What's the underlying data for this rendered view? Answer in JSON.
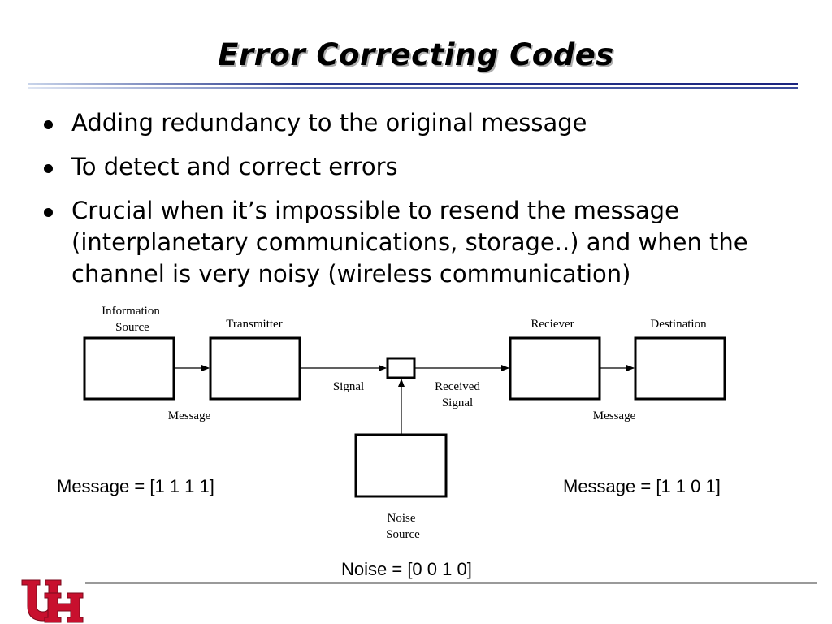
{
  "slide": {
    "title": "Error Correcting Codes",
    "bullets": [
      "Adding redundancy to the original message",
      "To detect and correct errors",
      "Crucial when it’s impossible to resend the message (interplanetary communications, storage..) and when the channel is very noisy (wireless communication)"
    ]
  },
  "diagram": {
    "information_source_line1": "Information",
    "information_source_line2": "Source",
    "transmitter": "Transmitter",
    "receiver": "Reciever",
    "destination": "Destination",
    "message_left": "Message",
    "message_right": "Message",
    "signal": "Signal",
    "received_signal_line1": "Received",
    "received_signal_line2": "Signal",
    "noise_source_line1": "Noise",
    "noise_source_line2": "Source"
  },
  "equations": {
    "message_sent": "Message = [1 1 1 1]",
    "message_received": "Message = [1 1 0 1]",
    "noise": "Noise = [0 0 1 0]"
  },
  "colors": {
    "logo_red": "#c8102e",
    "title_rule": "#1a237e",
    "footer_rule": "#9a9a9a"
  }
}
